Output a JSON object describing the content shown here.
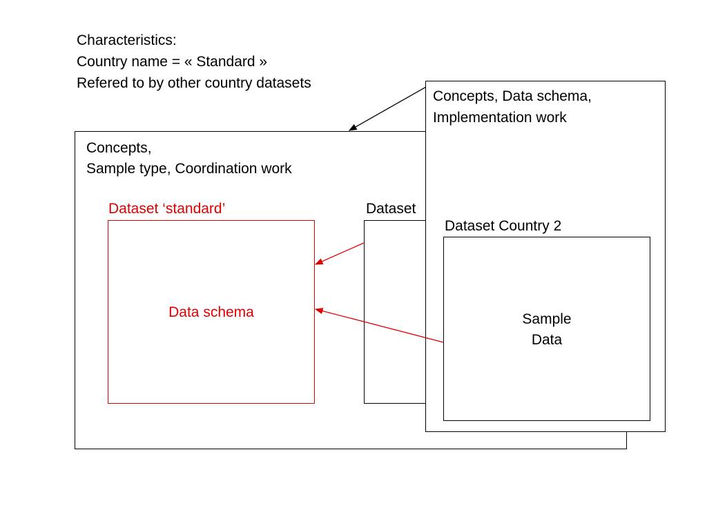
{
  "characteristics": {
    "line1": "Characteristics:",
    "line2": "Country name = « Standard »",
    "line3": "Refered to by other country datasets"
  },
  "main_container": {
    "line1": "Concepts,",
    "line2": "Sample type, Coordination work"
  },
  "standard_dataset": {
    "label": "Dataset ‘standard’",
    "content": "Data schema"
  },
  "country1_dataset": {
    "label": "Dataset"
  },
  "country2_container": {
    "line1": "Concepts, Data schema,",
    "line2": "Implementation work"
  },
  "country2_dataset": {
    "label": "Dataset Country 2",
    "content_line1": "Sample",
    "content_line2": "Data"
  },
  "colors": {
    "standard": "#e00000",
    "default": "#000000"
  }
}
